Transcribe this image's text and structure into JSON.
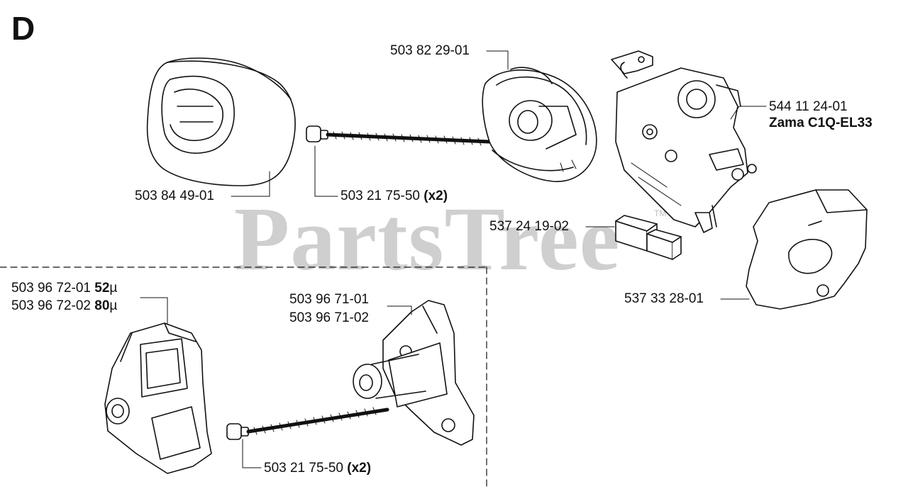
{
  "section_letter": "D",
  "watermark": {
    "text": "PartsTree",
    "trademark": "TM"
  },
  "labels": {
    "p_503_84_49_01": "503 84 49-01",
    "p_503_21_75_50_top": "503 21 75-50",
    "p_503_21_75_50_top_qty": "(x2)",
    "p_503_82_29_01": "503 82 29-01",
    "p_544_11_24_01": "544 11 24-01",
    "p_zama": "Zama C1Q-EL33",
    "p_537_24_19_02": "537 24 19-02",
    "p_537_33_28_01": "537 33 28-01",
    "p_503_96_72_01": "503 96 72-01",
    "p_503_96_72_01_size": "52",
    "p_503_96_72_02": "503 96 72-02",
    "p_503_96_72_02_size": "80",
    "micron": "µ",
    "p_503_96_71_01": "503 96 71-01",
    "p_503_96_71_02": "503 96 71-02",
    "p_503_21_75_50_bottom": "503 21 75-50",
    "p_503_21_75_50_bottom_qty": "(x2)"
  }
}
